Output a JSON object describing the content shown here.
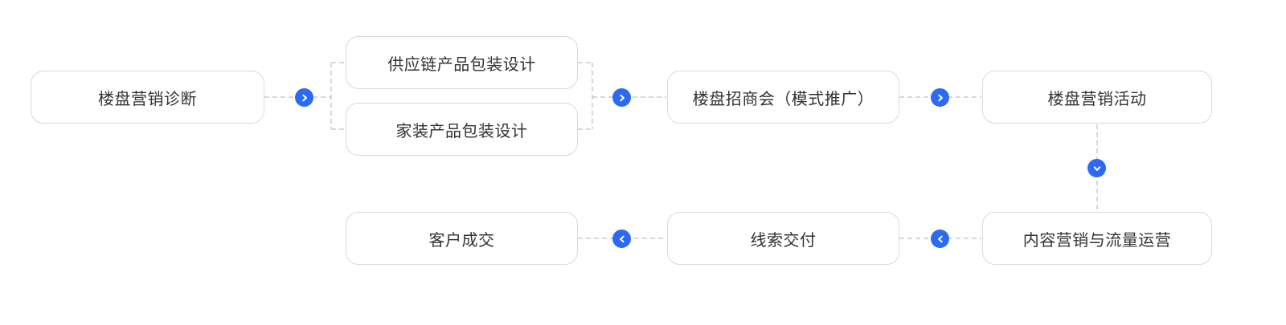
{
  "flow": {
    "title": "marketing-flow-diagram",
    "nodes": [
      {
        "id": "property-marketing-diagnosis",
        "label": "楼盘营销诊断"
      },
      {
        "id": "supply-chain-product-packaging",
        "label": "供应链产品包装设计"
      },
      {
        "id": "home-decor-product-packaging",
        "label": "家装产品包装设计"
      },
      {
        "id": "property-investment-fair",
        "label": "楼盘招商会（模式推广）"
      },
      {
        "id": "property-marketing-activity",
        "label": "楼盘营销活动"
      },
      {
        "id": "customer-deal",
        "label": "客户成交"
      },
      {
        "id": "leads-delivery",
        "label": "线索交付"
      },
      {
        "id": "content-marketing-traffic-ops",
        "label": "内容营销与流量运营"
      }
    ],
    "arrows": [
      {
        "icon": "chevron-right-icon",
        "direction": "right",
        "from": "楼盘营销诊断",
        "to": "供应链产品包装设计 / 家装产品包装设计"
      },
      {
        "icon": "chevron-right-icon",
        "direction": "right",
        "from": "供应链产品包装设计 / 家装产品包装设计",
        "to": "楼盘招商会（模式推广）"
      },
      {
        "icon": "chevron-right-icon",
        "direction": "right",
        "from": "楼盘招商会（模式推广）",
        "to": "楼盘营销活动"
      },
      {
        "icon": "chevron-down-icon",
        "direction": "down",
        "from": "楼盘营销活动",
        "to": "内容营销与流量运营"
      },
      {
        "icon": "chevron-left-icon",
        "direction": "left",
        "from": "内容营销与流量运营",
        "to": "线索交付"
      },
      {
        "icon": "chevron-left-icon",
        "direction": "left",
        "from": "线索交付",
        "to": "客户成交"
      }
    ],
    "colors": {
      "accent": "#2c6af2",
      "node_border": "#d9d9d9",
      "node_text": "#333333",
      "connector": "#c9ccd2",
      "background": "#ffffff"
    }
  }
}
